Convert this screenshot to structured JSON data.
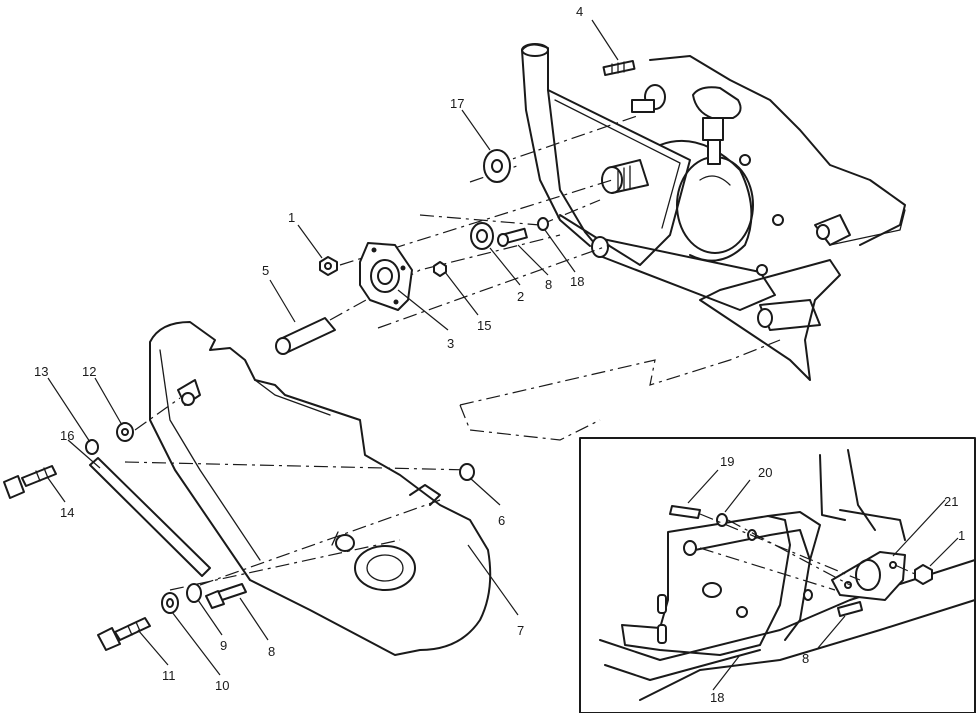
{
  "callouts": {
    "c1": "1",
    "c2": "2",
    "c3": "3",
    "c4": "4",
    "c5": "5",
    "c6": "6",
    "c7": "7",
    "c8": "8",
    "c8b": "8",
    "c9": "9",
    "c10": "10",
    "c11": "11",
    "c12": "12",
    "c13": "13",
    "c14": "14",
    "c15": "15",
    "c16": "16",
    "c17": "17",
    "c18": "18",
    "inset_c1": "1",
    "inset_c8": "8",
    "inset_c18": "18",
    "inset_c19": "19",
    "inset_c20": "20",
    "inset_c21": "21"
  },
  "colors": {
    "ink": "#1a1a1a",
    "paper": "#ffffff"
  }
}
